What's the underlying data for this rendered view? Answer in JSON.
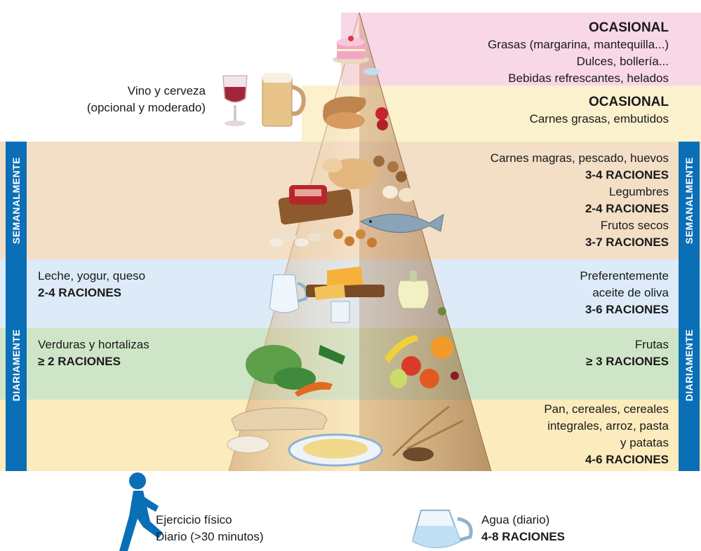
{
  "colors": {
    "top_band": "#f8d7e7",
    "second_band": "#fcf1cd",
    "weekly_band": "#f3dfc6",
    "dairy_band": "#dcebf7",
    "veg_band": "#cfe5c7",
    "cereal_band": "#fcebbd",
    "side_tab": "#0a6fb6"
  },
  "top": {
    "heading": "OCASIONAL",
    "line1": "Grasas (margarina, mantequilla...)",
    "line2": "Dulces, bollería...",
    "line3": "Bebidas refrescantes, helados"
  },
  "second": {
    "heading": "OCASIONAL",
    "line1": "Carnes grasas, embutidos"
  },
  "wine": {
    "line1": "Vino y cerveza",
    "line2": "(opcional y moderado)"
  },
  "weekly": {
    "line1": "Carnes magras, pescado, huevos",
    "line2": "3-4 RACIONES",
    "line3": "Legumbres",
    "line4": "2-4 RACIONES",
    "line5": "Frutos secos",
    "line6": "3-7 RACIONES"
  },
  "dairy": {
    "line1": "Leche, yogur, queso",
    "line2": "2-4 RACIONES"
  },
  "oil": {
    "line1": "Preferentemente",
    "line2": "aceite de oliva",
    "line3": "3-6 RACIONES"
  },
  "veg": {
    "line1": "Verduras y hortalizas",
    "line2": "≥ 2 RACIONES"
  },
  "fruit": {
    "line1": "Frutas",
    "line2": "≥ 3 RACIONES"
  },
  "cereal": {
    "line1": "Pan, cereales, cereales",
    "line2": "integrales, arroz, pasta",
    "line3": "y patatas",
    "line4": "4-6 RACIONES"
  },
  "exercise": {
    "line1": "Ejercicio físico",
    "line2": "Diario (>30 minutos)"
  },
  "water": {
    "line1": "Agua (diario)",
    "line2": "4-8 RACIONES"
  },
  "tabs": {
    "weekly": "SEMANALMENTE",
    "daily": "DIARIAMENTE"
  }
}
